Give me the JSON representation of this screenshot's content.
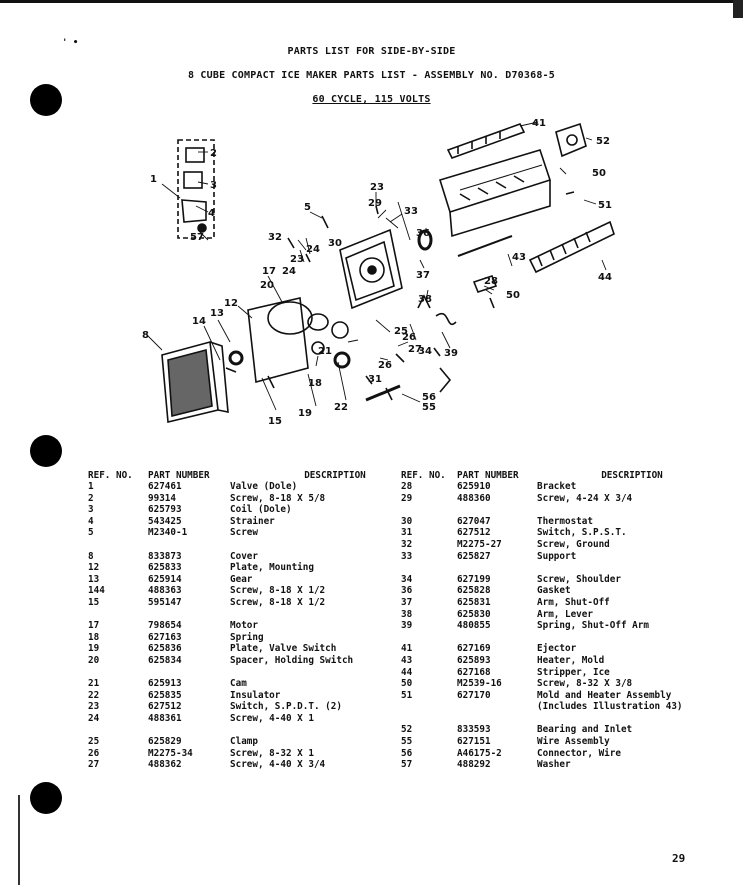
{
  "title": "PARTS LIST FOR SIDE-BY-SIDE",
  "subtitle": "8 CUBE COMPACT ICE MAKER PARTS LIST - ASSEMBLY NO.  D70368-5",
  "spec": "60 CYCLE, 115 VOLTS",
  "headers": {
    "ref": "REF. NO.",
    "part": "PART NUMBER",
    "desc": "DESCRIPTION"
  },
  "left": [
    {
      "ref": "1",
      "part": "627461",
      "desc": "Valve (Dole)"
    },
    {
      "ref": "2",
      "part": "99314",
      "desc": "Screw, 8-18 X 5/8"
    },
    {
      "ref": "3",
      "part": "625793",
      "desc": "Coil (Dole)"
    },
    {
      "ref": "4",
      "part": "543425",
      "desc": "Strainer"
    },
    {
      "ref": "5",
      "part": "M2340-1",
      "desc": "Screw"
    },
    {
      "gap": true
    },
    {
      "ref": "8",
      "part": "833873",
      "desc": "Cover"
    },
    {
      "ref": "12",
      "part": "625833",
      "desc": "Plate, Mounting"
    },
    {
      "ref": "13",
      "part": "625914",
      "desc": "Gear"
    },
    {
      "ref": "144",
      "part": "488363",
      "desc": "Screw, 8-18 X 1/2"
    },
    {
      "ref": "15",
      "part": "595147",
      "desc": "Screw, 8-18 X 1/2"
    },
    {
      "gap": true
    },
    {
      "ref": "17",
      "part": "798654",
      "desc": "Motor"
    },
    {
      "ref": "18",
      "part": "627163",
      "desc": "Spring"
    },
    {
      "ref": "19",
      "part": "625836",
      "desc": "Plate, Valve Switch"
    },
    {
      "ref": "20",
      "part": "625834",
      "desc": "Spacer, Holding Switch"
    },
    {
      "gap": true
    },
    {
      "ref": "21",
      "part": "625913",
      "desc": "Cam"
    },
    {
      "ref": "22",
      "part": "625835",
      "desc": "Insulator"
    },
    {
      "ref": "23",
      "part": "627512",
      "desc": "Switch, S.P.D.T. (2)"
    },
    {
      "ref": "24",
      "part": "488361",
      "desc": "Screw, 4-40 X 1"
    },
    {
      "gap": true
    },
    {
      "ref": "25",
      "part": "625829",
      "desc": "Clamp"
    },
    {
      "ref": "26",
      "part": "M2275-34",
      "desc": "Screw, 8-32 X 1"
    },
    {
      "ref": "27",
      "part": "488362",
      "desc": "Screw, 4-40 X 3/4"
    }
  ],
  "right": [
    {
      "ref": "28",
      "part": "625910",
      "desc": "Bracket"
    },
    {
      "ref": "29",
      "part": "488360",
      "desc": "Screw, 4-24 X 3/4"
    },
    {
      "gap": true
    },
    {
      "ref": "30",
      "part": "627047",
      "desc": "Thermostat"
    },
    {
      "ref": "31",
      "part": "627512",
      "desc": "Switch, S.P.S.T."
    },
    {
      "ref": "32",
      "part": "M2275-27",
      "desc": "Screw, Ground"
    },
    {
      "ref": "33",
      "part": "625827",
      "desc": "Support"
    },
    {
      "gap": true
    },
    {
      "ref": "34",
      "part": "627199",
      "desc": "Screw, Shoulder"
    },
    {
      "ref": "36",
      "part": "625828",
      "desc": "Gasket"
    },
    {
      "ref": "37",
      "part": "625831",
      "desc": "Arm, Shut-Off"
    },
    {
      "ref": "38",
      "part": "625830",
      "desc": "Arm, Lever"
    },
    {
      "ref": "39",
      "part": "480855",
      "desc": "Spring, Shut-Off Arm"
    },
    {
      "gap": true
    },
    {
      "ref": "41",
      "part": "627169",
      "desc": "Ejector"
    },
    {
      "ref": "43",
      "part": "625893",
      "desc": "Heater, Mold"
    },
    {
      "ref": "44",
      "part": "627168",
      "desc": "Stripper, Ice"
    },
    {
      "ref": "50",
      "part": "M2539-16",
      "desc": "Screw, 8-32 X 3/8"
    },
    {
      "ref": "51",
      "part": "627170",
      "desc": "Mold and Heater Assembly"
    },
    {
      "ref": "",
      "part": "",
      "desc": "(Includes Illustration 43)"
    },
    {
      "gap": true
    },
    {
      "ref": "52",
      "part": "833593",
      "desc": "Bearing and Inlet"
    },
    {
      "ref": "55",
      "part": "627151",
      "desc": "Wire Assembly"
    },
    {
      "ref": "56",
      "part": "A46175-2",
      "desc": "Connector, Wire"
    },
    {
      "ref": "57",
      "part": "488292",
      "desc": "Washer"
    }
  ],
  "diagram_labels": [
    "1",
    "2",
    "3",
    "4",
    "5",
    "8",
    "12",
    "13",
    "14",
    "15",
    "17",
    "18",
    "19",
    "20",
    "21",
    "22",
    "23",
    "23",
    "24",
    "24",
    "25",
    "26",
    "26",
    "27",
    "28",
    "29",
    "30",
    "31",
    "32",
    "33",
    "34",
    "36",
    "37",
    "38",
    "39",
    "41",
    "43",
    "44",
    "50",
    "50",
    "51",
    "52",
    "55",
    "56",
    "57"
  ],
  "page_number": "29",
  "corner_mark": "' •"
}
